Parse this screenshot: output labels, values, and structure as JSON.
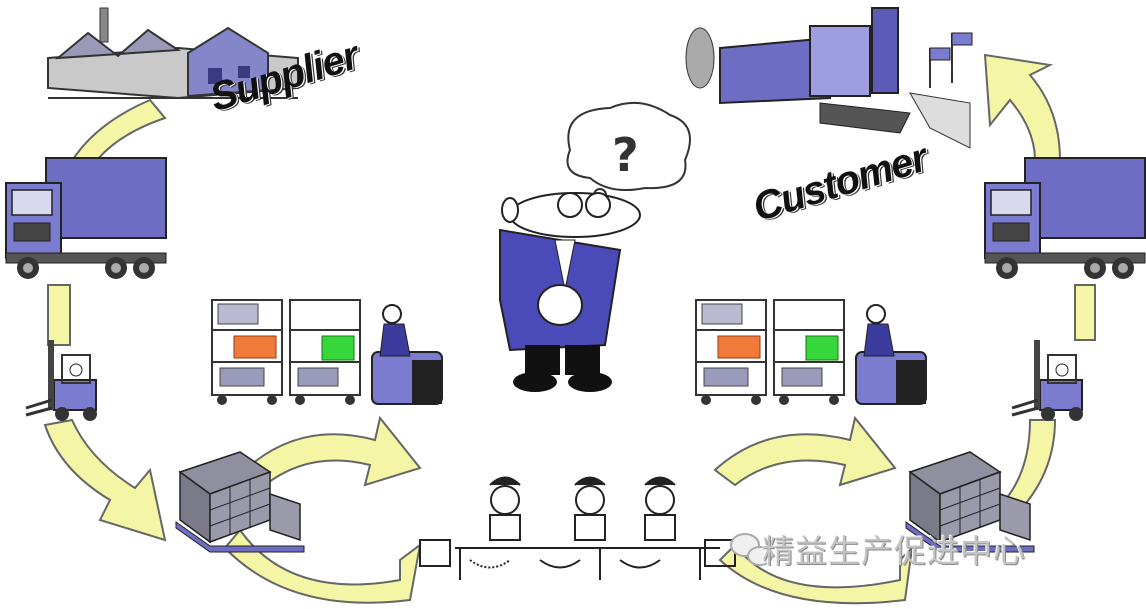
{
  "labels": {
    "supplier": "Supplier",
    "customer": "Customer",
    "question": "?"
  },
  "watermark": {
    "text": "精益生产促进中心",
    "icon": "wechat-icon"
  },
  "colors": {
    "arrow_fill": "#f5f5a6",
    "arrow_stroke": "#666666",
    "equipment_blue": "#6d6dc4",
    "equipment_dark": "#2b2b7a",
    "box_orange": "#f07a3a",
    "box_green": "#37d63a",
    "pallet_gray": "#8f8f9f"
  },
  "icons": [
    "factory-icon",
    "office-building-icon",
    "truck-icon",
    "forklift-icon",
    "cart-train-icon",
    "tugger-icon",
    "pallet-icon",
    "workstation-icon",
    "thinking-person-icon",
    "thought-bubble-icon"
  ]
}
